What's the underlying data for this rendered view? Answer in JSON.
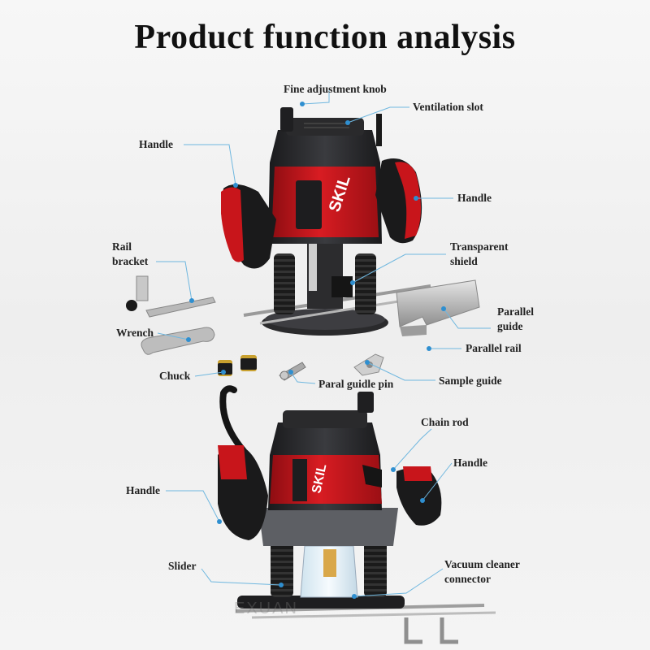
{
  "title": "Product function analysis",
  "watermark": "EXUAN",
  "brand": "SKIL",
  "labels": {
    "fine_adjustment_knob": "Fine adjustment knob",
    "ventilation_slot": "Ventilation slot",
    "handle_left_top": "Handle",
    "handle_right_top": "Handle",
    "rail_bracket_line1": "Rail",
    "rail_bracket_line2": "bracket",
    "transparent_shield_line1": "Transparent",
    "transparent_shield_line2": "shield",
    "parallel_guide_line1": "Parallel",
    "parallel_guide_line2": "guide",
    "parallel_rail": "Parallel rail",
    "wrench": "Wrench",
    "chuck": "Chuck",
    "paral_guide_pin": "Paral guidle pin",
    "sample_guide": "Sample guide",
    "chain_rod": "Chain rod",
    "handle_right_bottom": "Handle",
    "handle_left_bottom": "Handle",
    "slider": "Slider",
    "vacuum_line1": "Vacuum cleaner",
    "vacuum_line2": "connector"
  },
  "colors": {
    "leader_line": "#6fb7df",
    "marker_dot": "#2f8fd0",
    "tool_red": "#c8151b",
    "tool_dark": "#232427",
    "rubber": "#161616"
  }
}
